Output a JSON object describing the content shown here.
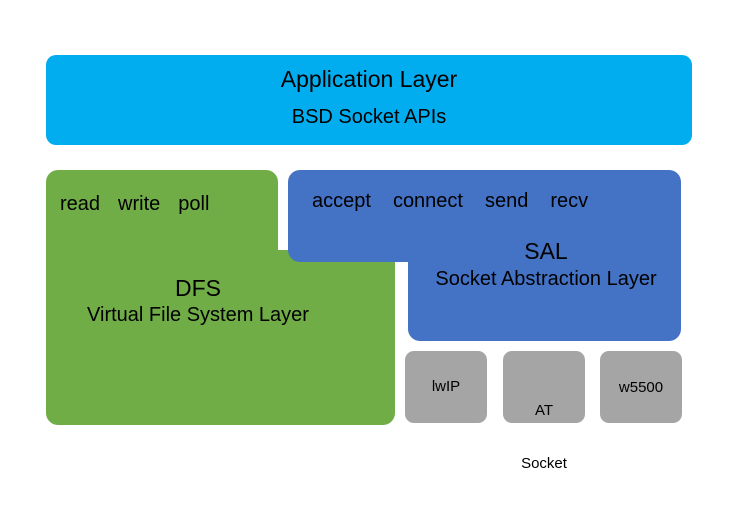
{
  "diagram": {
    "title": "RT-Thread network stack layer diagram",
    "colors": {
      "application_layer": "#00AEEF",
      "dfs_layer": "#70AD47",
      "sal_layer": "#4472C4",
      "driver_box": "#A5A5A5",
      "background": "#FFFFFF",
      "text": "#000000"
    },
    "blocks": [
      {
        "id": "application-layer",
        "shape": "rounded-rect",
        "color": "#00AEEF",
        "title": "Application Layer",
        "subtitle": "BSD Socket APIs"
      },
      {
        "id": "dfs-layer",
        "shape": "l-shape",
        "color": "#70AD47",
        "title": "DFS",
        "subtitle": "Virtual File System Layer",
        "apis": [
          "read",
          "write",
          "poll"
        ]
      },
      {
        "id": "sal-layer",
        "shape": "l-shape",
        "color": "#4472C4",
        "title": "SAL",
        "subtitle": "Socket Abstraction Layer",
        "apis": [
          "accept",
          "connect",
          "send",
          "recv"
        ]
      }
    ],
    "drivers": [
      {
        "id": "lwip",
        "label": "lwIP",
        "lines": [
          "lwIP"
        ]
      },
      {
        "id": "at-socket",
        "label": "AT Socket",
        "lines": [
          "AT",
          "Socket"
        ]
      },
      {
        "id": "w5500",
        "label": "w5500",
        "lines": [
          "w5500"
        ]
      }
    ]
  },
  "application_layer": {
    "title": "Application Layer",
    "subtitle": "BSD Socket APIs"
  },
  "dfs_layer": {
    "title": "DFS",
    "subtitle": "Virtual File System Layer",
    "api_read": "read",
    "api_write": "write",
    "api_poll": "poll"
  },
  "sal_layer": {
    "title": "SAL",
    "subtitle": "Socket Abstraction Layer",
    "api_accept": "accept",
    "api_connect": "connect",
    "api_send": "send",
    "api_recv": "recv"
  },
  "drivers": {
    "lwip": "lwIP",
    "at_socket_line1": "AT",
    "at_socket_line2": "Socket",
    "w5500": "w5500"
  }
}
